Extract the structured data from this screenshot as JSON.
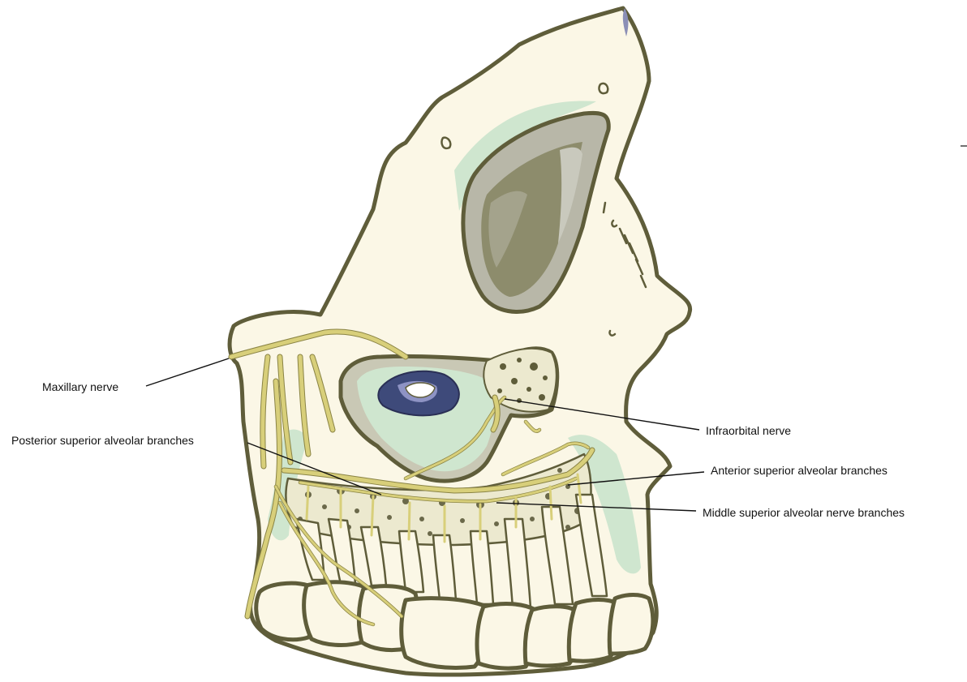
{
  "labels": {
    "maxillary_nerve": "Maxillary nerve",
    "posterior_superior_alveolar": "Posterior superior alveolar branches",
    "infraorbital_nerve": "Infraorbital nerve",
    "anterior_superior_alveolar": "Anterior superior alveolar branches",
    "middle_superior_alveolar": "Middle superior alveolar nerve branches"
  },
  "colors": {
    "bone": "#fbf7e6",
    "outline": "#5f5d3a",
    "mucosa_green": "#cfe6cf",
    "orbit_gray": "#a8a89a",
    "orbit_dark": "#8d8c6c",
    "nerve_yellow": "#d8cf7a",
    "cancellous": "#e9e6c8"
  }
}
